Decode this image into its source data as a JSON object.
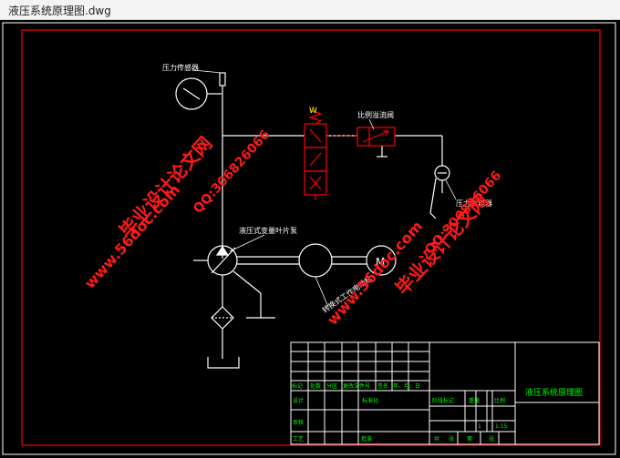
{
  "window": {
    "title": "液压系统原理图.dwg"
  },
  "labels": {
    "pressure_sensor": "压力传感器",
    "proportional_valve": "比例溢流阀",
    "pressure_relay": "压力继电器",
    "pump": "液压式变量叶片泵",
    "motor_label": "转换式工作电动机",
    "motor_letter": "M"
  },
  "watermarks": {
    "site_left": "毕业设计论文网",
    "url_left": "www.56doc.com",
    "qq_left": "QQ:306826066",
    "site_right": "毕业设计论文网",
    "url_right": "www.56doc.com",
    "qq_right": "QQ:306826066"
  },
  "title_block": {
    "drawing_title": "液压系统原理图",
    "r1": [
      "标记",
      "处数",
      "分区",
      "更改文件号",
      "签名",
      "年、月、日"
    ],
    "r2": [
      "设计",
      "标准化",
      "阶段标记",
      "重量",
      "比例"
    ],
    "r3": [
      "审核"
    ],
    "r4": [
      "工艺",
      "批准",
      "共",
      "张",
      "第",
      "张"
    ],
    "scale": "1:15",
    "qty": "1"
  },
  "colors": {
    "line": "#ffffff",
    "valve": "#ff0000",
    "frame": "#ff0000",
    "watermark": "#ff1a1a",
    "tb_text": "#00ff00",
    "accent": "#ffff00"
  }
}
